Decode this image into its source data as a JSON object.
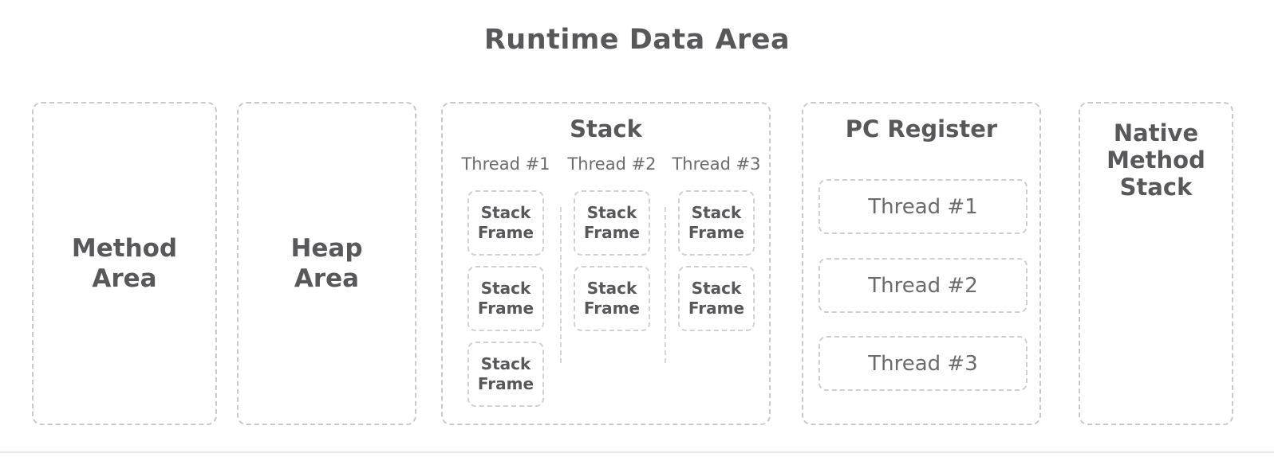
{
  "title": "Runtime Data Area",
  "colors": {
    "text_bold": "#58585a",
    "text_muted": "#6b6b6b",
    "border_outer": "#c9c9c9",
    "border_inner": "#d1d1d1",
    "bottom_rule": "#e9e9eb",
    "background": "#ffffff"
  },
  "sections": {
    "method_area": {
      "label": "Method\nArea"
    },
    "heap_area": {
      "label": "Heap\nArea"
    },
    "stack": {
      "title": "Stack",
      "threads": [
        {
          "label": "Thread #1",
          "frames": [
            "Stack\nFrame",
            "Stack\nFrame",
            "Stack\nFrame"
          ]
        },
        {
          "label": "Thread #2",
          "frames": [
            "Stack\nFrame",
            "Stack\nFrame"
          ]
        },
        {
          "label": "Thread #3",
          "frames": [
            "Stack\nFrame",
            "Stack\nFrame"
          ]
        }
      ]
    },
    "pc_register": {
      "title": "PC Register",
      "threads": [
        "Thread #1",
        "Thread #2",
        "Thread #3"
      ]
    },
    "native_method_stack": {
      "label": "Native\nMethod\nStack"
    }
  }
}
